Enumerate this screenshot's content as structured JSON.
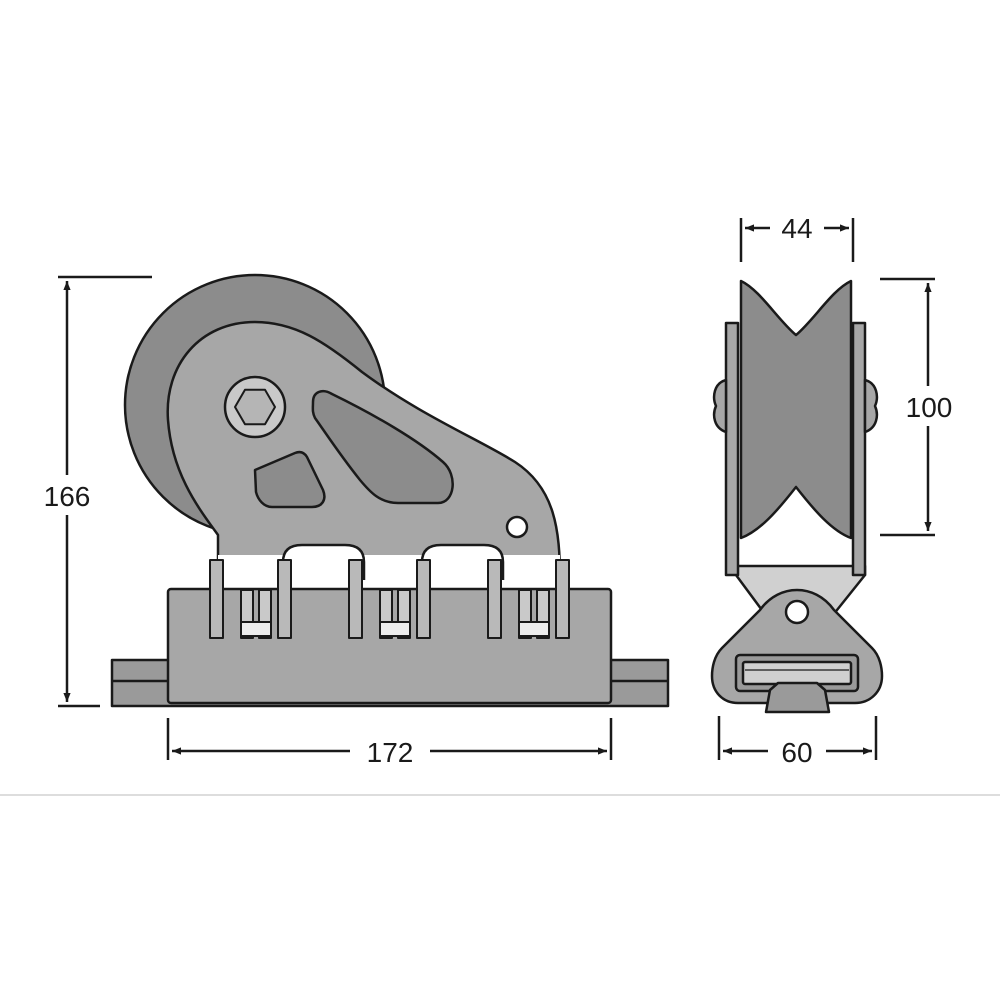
{
  "dimensions": {
    "height_total": "166",
    "length": "172",
    "sheave_width": "44",
    "sheave_height": "100",
    "base_width": "60"
  },
  "colors": {
    "line": "#1a1a1a",
    "sheave": "#8c8c8c",
    "body": "#a7a7a7",
    "light_part": "#d0d0d0",
    "rail": "#9a9a9a",
    "divider": "#dddddd"
  }
}
